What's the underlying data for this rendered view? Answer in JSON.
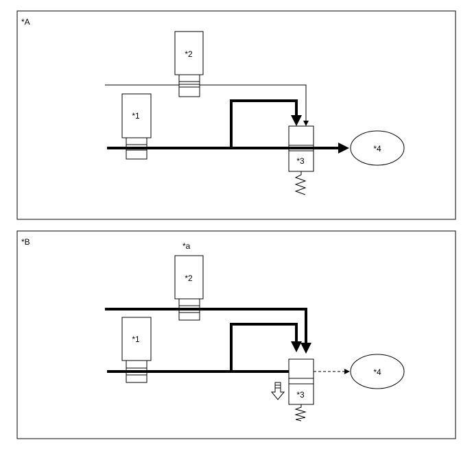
{
  "panels": [
    {
      "label": "*A",
      "items": {
        "c1": "*1",
        "c2": "*2",
        "c3": "*3",
        "c4": "*4"
      }
    },
    {
      "label": "*B",
      "note": "*a",
      "items": {
        "c1": "*1",
        "c2": "*2",
        "c3": "*3",
        "c4": "*4"
      }
    }
  ]
}
